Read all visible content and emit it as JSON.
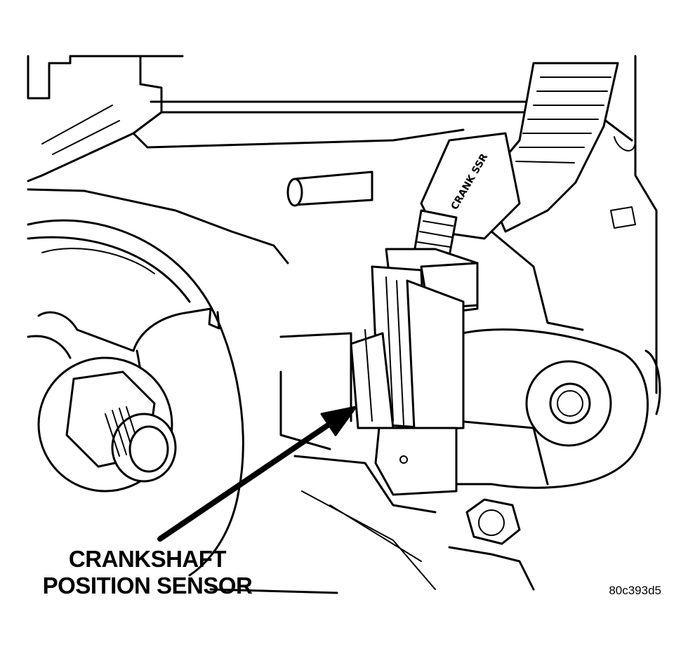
{
  "callout": {
    "line1": "CRANKSHAFT",
    "line2": "POSITION SENSOR"
  },
  "figure_code": "80c393d5",
  "harness_label": "CRANK SSR"
}
